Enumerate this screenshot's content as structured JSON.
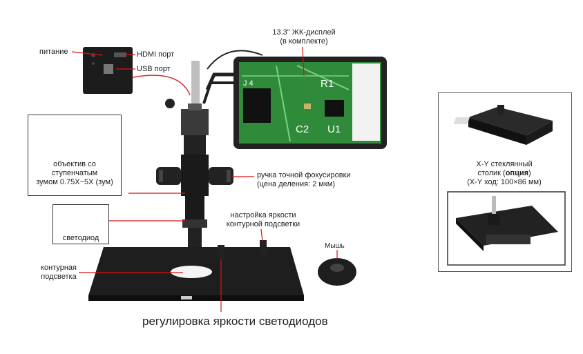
{
  "labels": {
    "power": "питание",
    "hdmi": "HDMI порт",
    "usb": "USB порт",
    "display_line1": "13.3\" ЖК-дисплей",
    "display_line2": "(в комплекте)",
    "objective_line1": "объектив со",
    "objective_line2": "ступенчатым",
    "objective_line3": "зумом 0.75X~5X (зум)",
    "led": "светодиод",
    "focus_line1": "ручка точной фокусировки",
    "focus_line2": "(цена деления: 2 мкм)",
    "brightness_line1": "настройка яркости",
    "brightness_line2": "контурной подсветки",
    "mouse": "Мышь",
    "backlight_line1": "контурная",
    "backlight_line2": "подсветка",
    "led_brightness": "регулировка яркости светодиодов",
    "xy_line1": "X-Y стеклянный",
    "xy_line2_a": "столик (",
    "xy_line2_b": "опция",
    "xy_line2_c": ")",
    "xy_line3": "(X-Y ход: 100×86 мм)"
  },
  "pcb_marks": {
    "r1": "R1",
    "c2": "C2",
    "u1": "U1",
    "j4": "J 4"
  },
  "colors": {
    "pointer_line": "#d11",
    "pcb_green": "#2f8a3a",
    "device_black": "#1a1a1a"
  }
}
